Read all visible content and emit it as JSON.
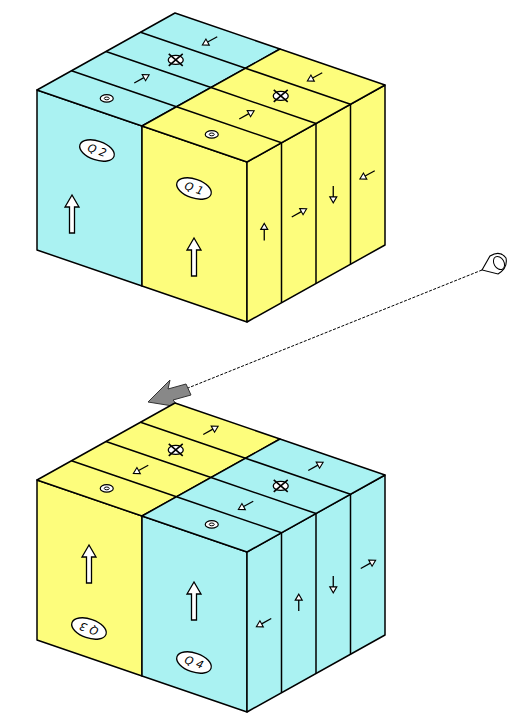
{
  "diagram": {
    "nodes": [
      {
        "text": [
          "Q 2"
        ]
      },
      {
        "text": [
          "Q 1"
        ]
      },
      {
        "text": [
          "Q 3"
        ]
      },
      {
        "text": [
          "Q 4"
        ]
      }
    ]
  }
}
